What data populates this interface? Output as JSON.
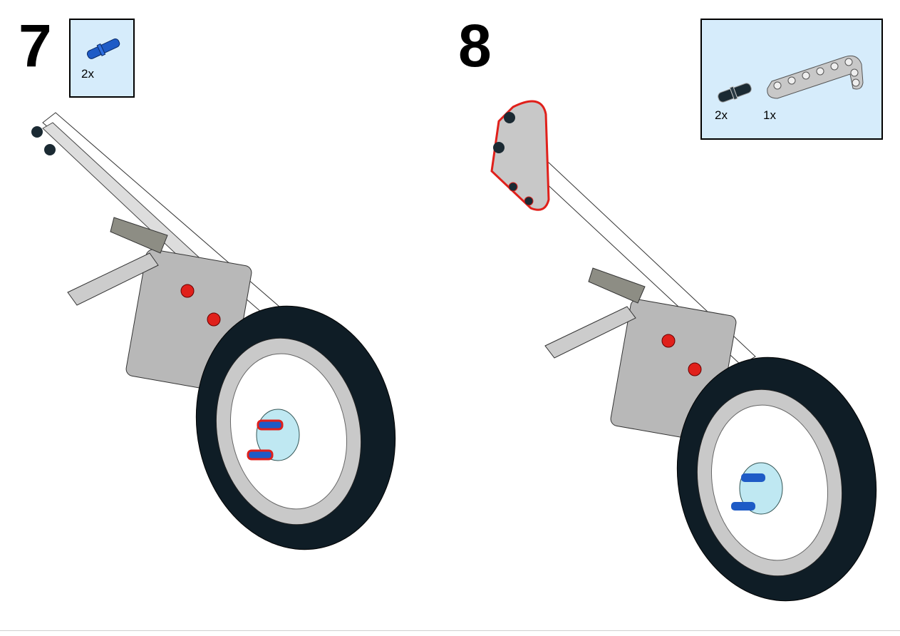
{
  "steps": [
    {
      "number": "7",
      "parts": [
        {
          "name": "blue-axle-pin",
          "quantity": "2x",
          "color": "#1e5bc6"
        }
      ]
    },
    {
      "number": "8",
      "parts": [
        {
          "name": "black-friction-pin",
          "quantity": "2x",
          "color": "#1b2a33"
        },
        {
          "name": "gray-angled-beam",
          "quantity": "1x",
          "color": "#c8c8c8"
        }
      ]
    }
  ],
  "colors": {
    "parts_box_bg": "#d6ecfb",
    "highlight": "#e0201b",
    "tire": "#0f1d26"
  }
}
